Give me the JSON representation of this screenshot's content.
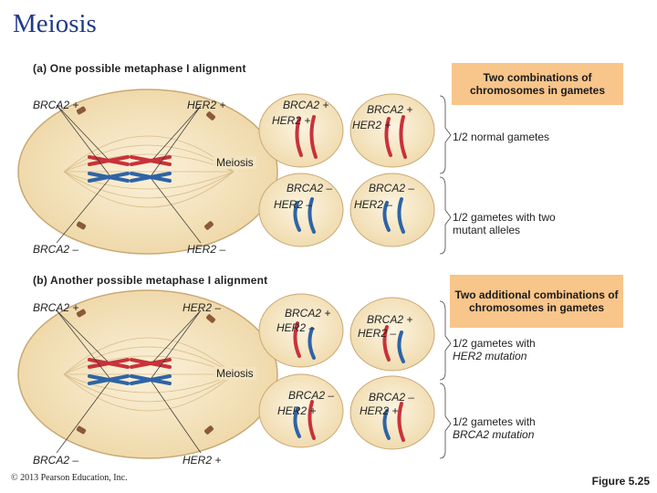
{
  "title": "Meiosis",
  "panel_a": {
    "heading": "(a) One possible metaphase I alignment",
    "label_tl": "BRCA2 +",
    "label_tr": "HER2 +",
    "label_bl": "BRCA2 –",
    "label_br": "HER2 –",
    "meiosis": "Meiosis",
    "cell_top_line1": "BRCA2 +",
    "cell_top_line2": "HER2 +",
    "cell_bot_line1": "BRCA2 –",
    "cell_bot_line2": "HER2 –",
    "gamete1_line1": "BRCA2 +",
    "gamete1_line2": "HER2 +",
    "gamete2_line1": "BRCA2 –",
    "gamete2_line2": "HER2 –",
    "callout": "Two combinations of chromosomes in gametes",
    "result_top": "1/2 normal gametes",
    "result_bottom_line1": "1/2 gametes with two",
    "result_bottom_line2": "mutant alleles"
  },
  "panel_b": {
    "heading": "(b) Another possible metaphase I alignment",
    "label_tl": "BRCA2 +",
    "label_tr": "HER2 –",
    "label_bl": "BRCA2 –",
    "label_br": "HER2 +",
    "meiosis": "Meiosis",
    "cell_top_line1": "BRCA2 +",
    "cell_top_line2": "HER2 –",
    "cell_bot_line1": "BRCA2 –",
    "cell_bot_line2": "HER2 +",
    "gamete1_line1": "BRCA2 +",
    "gamete1_line2": "HER2 –",
    "gamete2_line1": "BRCA2 –",
    "gamete2_line2": "HER2 +",
    "callout": "Two additional combinations of chromosomes in gametes",
    "result_top_line1": "1/2 gametes with",
    "result_top_line2": "HER2 mutation",
    "result_bottom_line1": "1/2 gametes with",
    "result_bottom_line2": "BRCA2 mutation"
  },
  "copyright": "© 2013 Pearson Education, Inc.",
  "figure": "Figure 5.25",
  "colors": {
    "title": "#1f3a8a",
    "cell_fill": "#f6e6c4",
    "cell_edge": "#c9a874",
    "chromosome_red": "#c8323a",
    "chromosome_blue": "#2e64a6",
    "callout_fill": "#f8c58a"
  }
}
